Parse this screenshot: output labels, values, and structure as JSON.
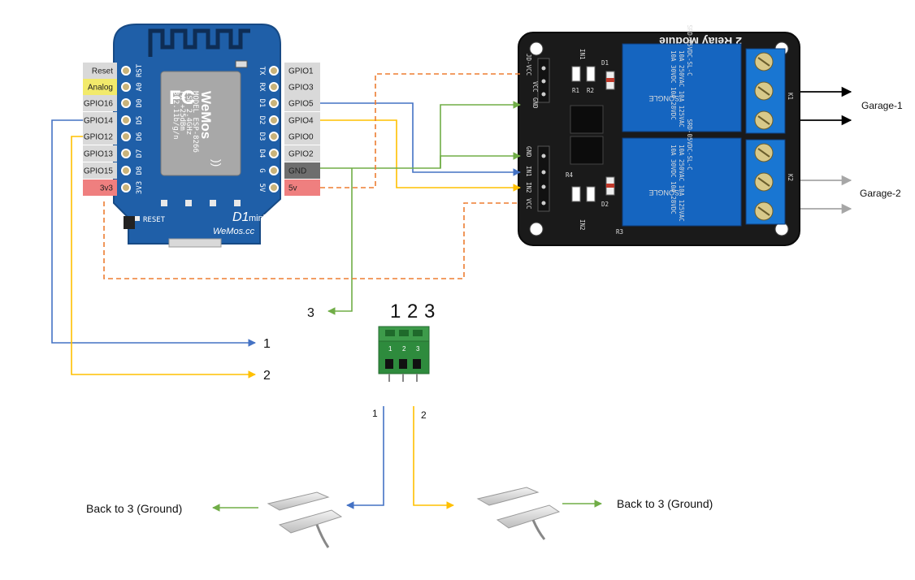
{
  "colors": {
    "blue": "#4472c4",
    "yellow": "#ffc000",
    "green": "#70ad47",
    "orange": "#ed7d31",
    "black": "#000000",
    "gray": "#a6a6a6",
    "board_blue": "#1f5fa8",
    "relay_blue": "#1565c0"
  },
  "d1mini": {
    "left_pins": [
      "Reset",
      "Analog",
      "GPIO16",
      "GPIO14",
      "GPIO12",
      "GPIO13",
      "GPIO15",
      "3v3"
    ],
    "right_pins": [
      "GPIO1",
      "GPIO3",
      "GPIO5",
      "GPIO4",
      "GPIO0",
      "GPIO2",
      "GND",
      "5v"
    ],
    "left_silk": [
      "RST",
      "A0",
      "D0",
      "D5",
      "D6",
      "D7",
      "D8",
      "3V3"
    ],
    "right_silk": [
      "TX",
      "RX",
      "D1",
      "D2",
      "D3",
      "D4",
      "G",
      "5V"
    ],
    "reset_label": "RESET",
    "brand": "WeMos",
    "fc_mark": "FC",
    "model_lines": [
      "MODEL ESP-8266",
      "ISM 2.4GHz",
      "PA +25dBm",
      "802.11b/g/n"
    ],
    "board_name": "D1",
    "board_name_suffix": "mini",
    "url": "WeMos.cc",
    "wifi_glyph": "))"
  },
  "relay": {
    "title": "2 Relay Module",
    "header1_pins": [
      "JD-VCC",
      "VCC",
      "GND"
    ],
    "header2_pins": [
      "GND",
      "IN1",
      "IN2",
      "VCC"
    ],
    "relay_text_lines": [
      "SRD-05VDC-SL-C",
      "10A 250VAC 10A 125VAC",
      "10A 30VDC 10A 28VDC"
    ],
    "brand": "SONGLE",
    "components": [
      "IN1",
      "IN2",
      "R1",
      "R2",
      "R3",
      "R4",
      "D1",
      "D2",
      "K1",
      "K2"
    ],
    "outputs": [
      "Garage-1",
      "Garage-2"
    ]
  },
  "terminal": {
    "numbers": [
      "1",
      "2",
      "3"
    ],
    "body_marks": [
      "1",
      "2",
      "3"
    ]
  },
  "wire_labels": {
    "to_three": "3",
    "to_one": "1",
    "to_two": "2",
    "under_one": "1",
    "under_two": "2"
  },
  "sensors": {
    "left_label": "Back to 3 (Ground)",
    "right_label": "Back to 3 (Ground)"
  }
}
